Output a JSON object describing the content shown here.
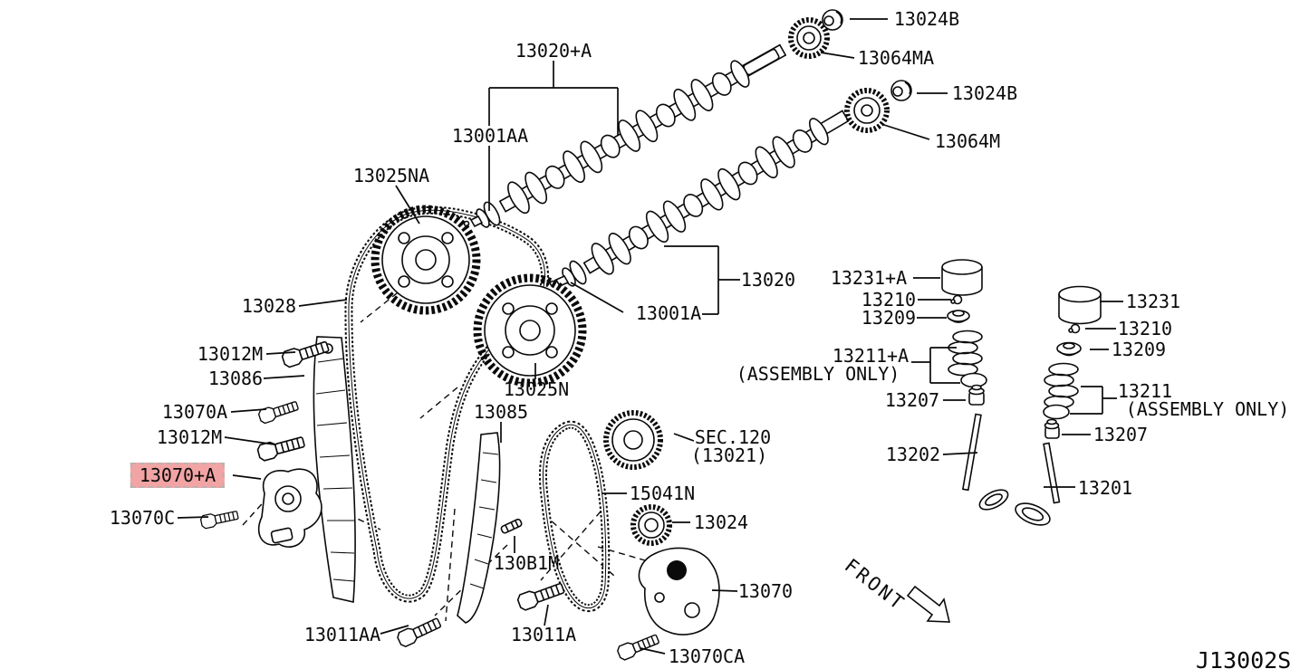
{
  "diagram": {
    "front_indicator": "FRONT",
    "footer_ref": "J13002S",
    "highlight_color": "#f2a4a4",
    "line_color": "#0a0a0a",
    "selected_part": "13070+A"
  },
  "parts": {
    "n13024b_top": "13024B",
    "n13064ma": "13064MA",
    "n13024b_lower": "13024B",
    "n13064m": "13064M",
    "n13020a": "13020+A",
    "n13001aa": "13001AA",
    "n13025na": "13025NA",
    "n13028": "13028",
    "n13012m_upper": "13012M",
    "n13086": "13086",
    "n13070a": "13070A",
    "n13012m_lower": "13012M",
    "n13070pa": "13070+A",
    "n13070c": "13070C",
    "n13020": "13020",
    "n13001a": "13001A",
    "n13025n": "13025N",
    "n13085": "13085",
    "sec120": "SEC.120",
    "sec120_ref": "(13021)",
    "n15041n": "15041N",
    "n13024": "13024",
    "n13070": "13070",
    "n13070ca": "13070CA",
    "n130b1m": "130B1M",
    "n13011aa": "13011AA",
    "n13011a": "13011A",
    "n13231a": "13231+A",
    "n13210_left": "13210",
    "n13209_left": "13209",
    "n13211a": "13211+A",
    "assembly_note_left": "(ASSEMBLY ONLY)",
    "n13207_left": "13207",
    "n13202": "13202",
    "n13231": "13231",
    "n13210_right": "13210",
    "n13209_right": "13209",
    "n13211": "13211",
    "assembly_note_right": "(ASSEMBLY ONLY)",
    "n13207_right": "13207",
    "n13201": "13201"
  }
}
